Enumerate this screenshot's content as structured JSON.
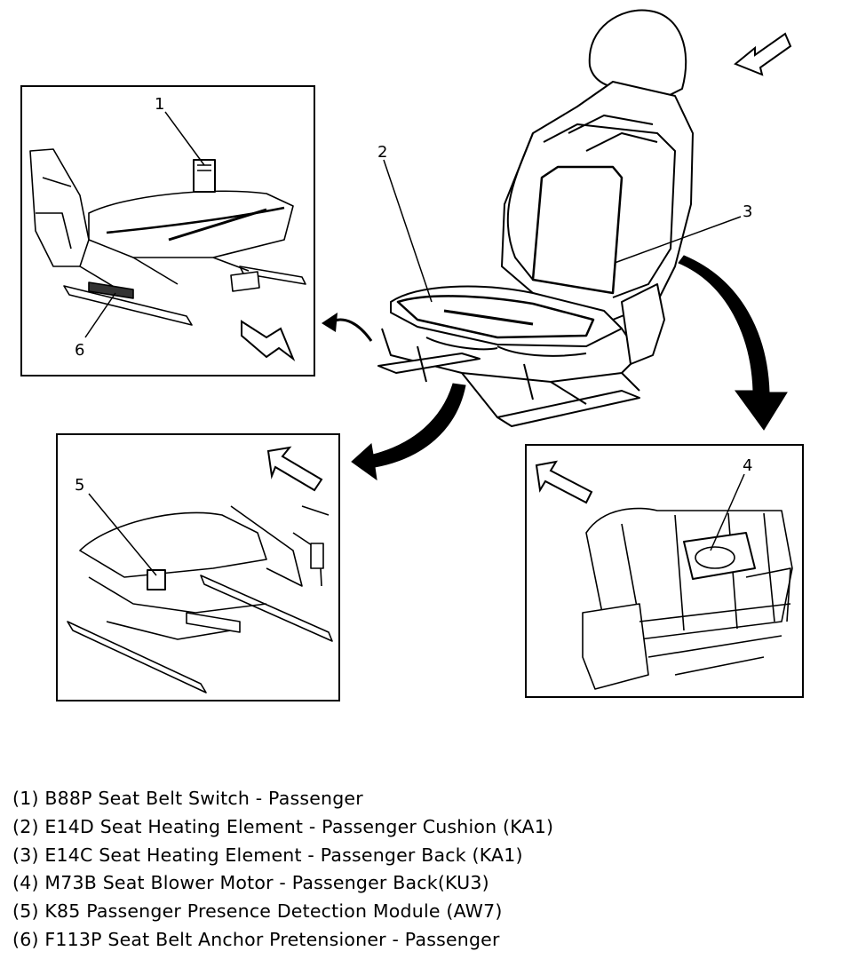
{
  "callouts": {
    "c1": "1",
    "c2": "2",
    "c3": "3",
    "c4": "4",
    "c5": "5",
    "c6": "6"
  },
  "legend": [
    "(1) B88P Seat Belt Switch - Passenger",
    "(2) E14D Seat Heating Element - Passenger Cushion (KA1)",
    "(3) E14C Seat Heating Element - Passenger Back (KA1)",
    "(4) M73B Seat Blower Motor - Passenger Back(KU3)",
    "(5) K85 Passenger Presence Detection Module (AW7)",
    "(6) F113P Seat Belt Anchor Pretensioner - Passenger"
  ]
}
